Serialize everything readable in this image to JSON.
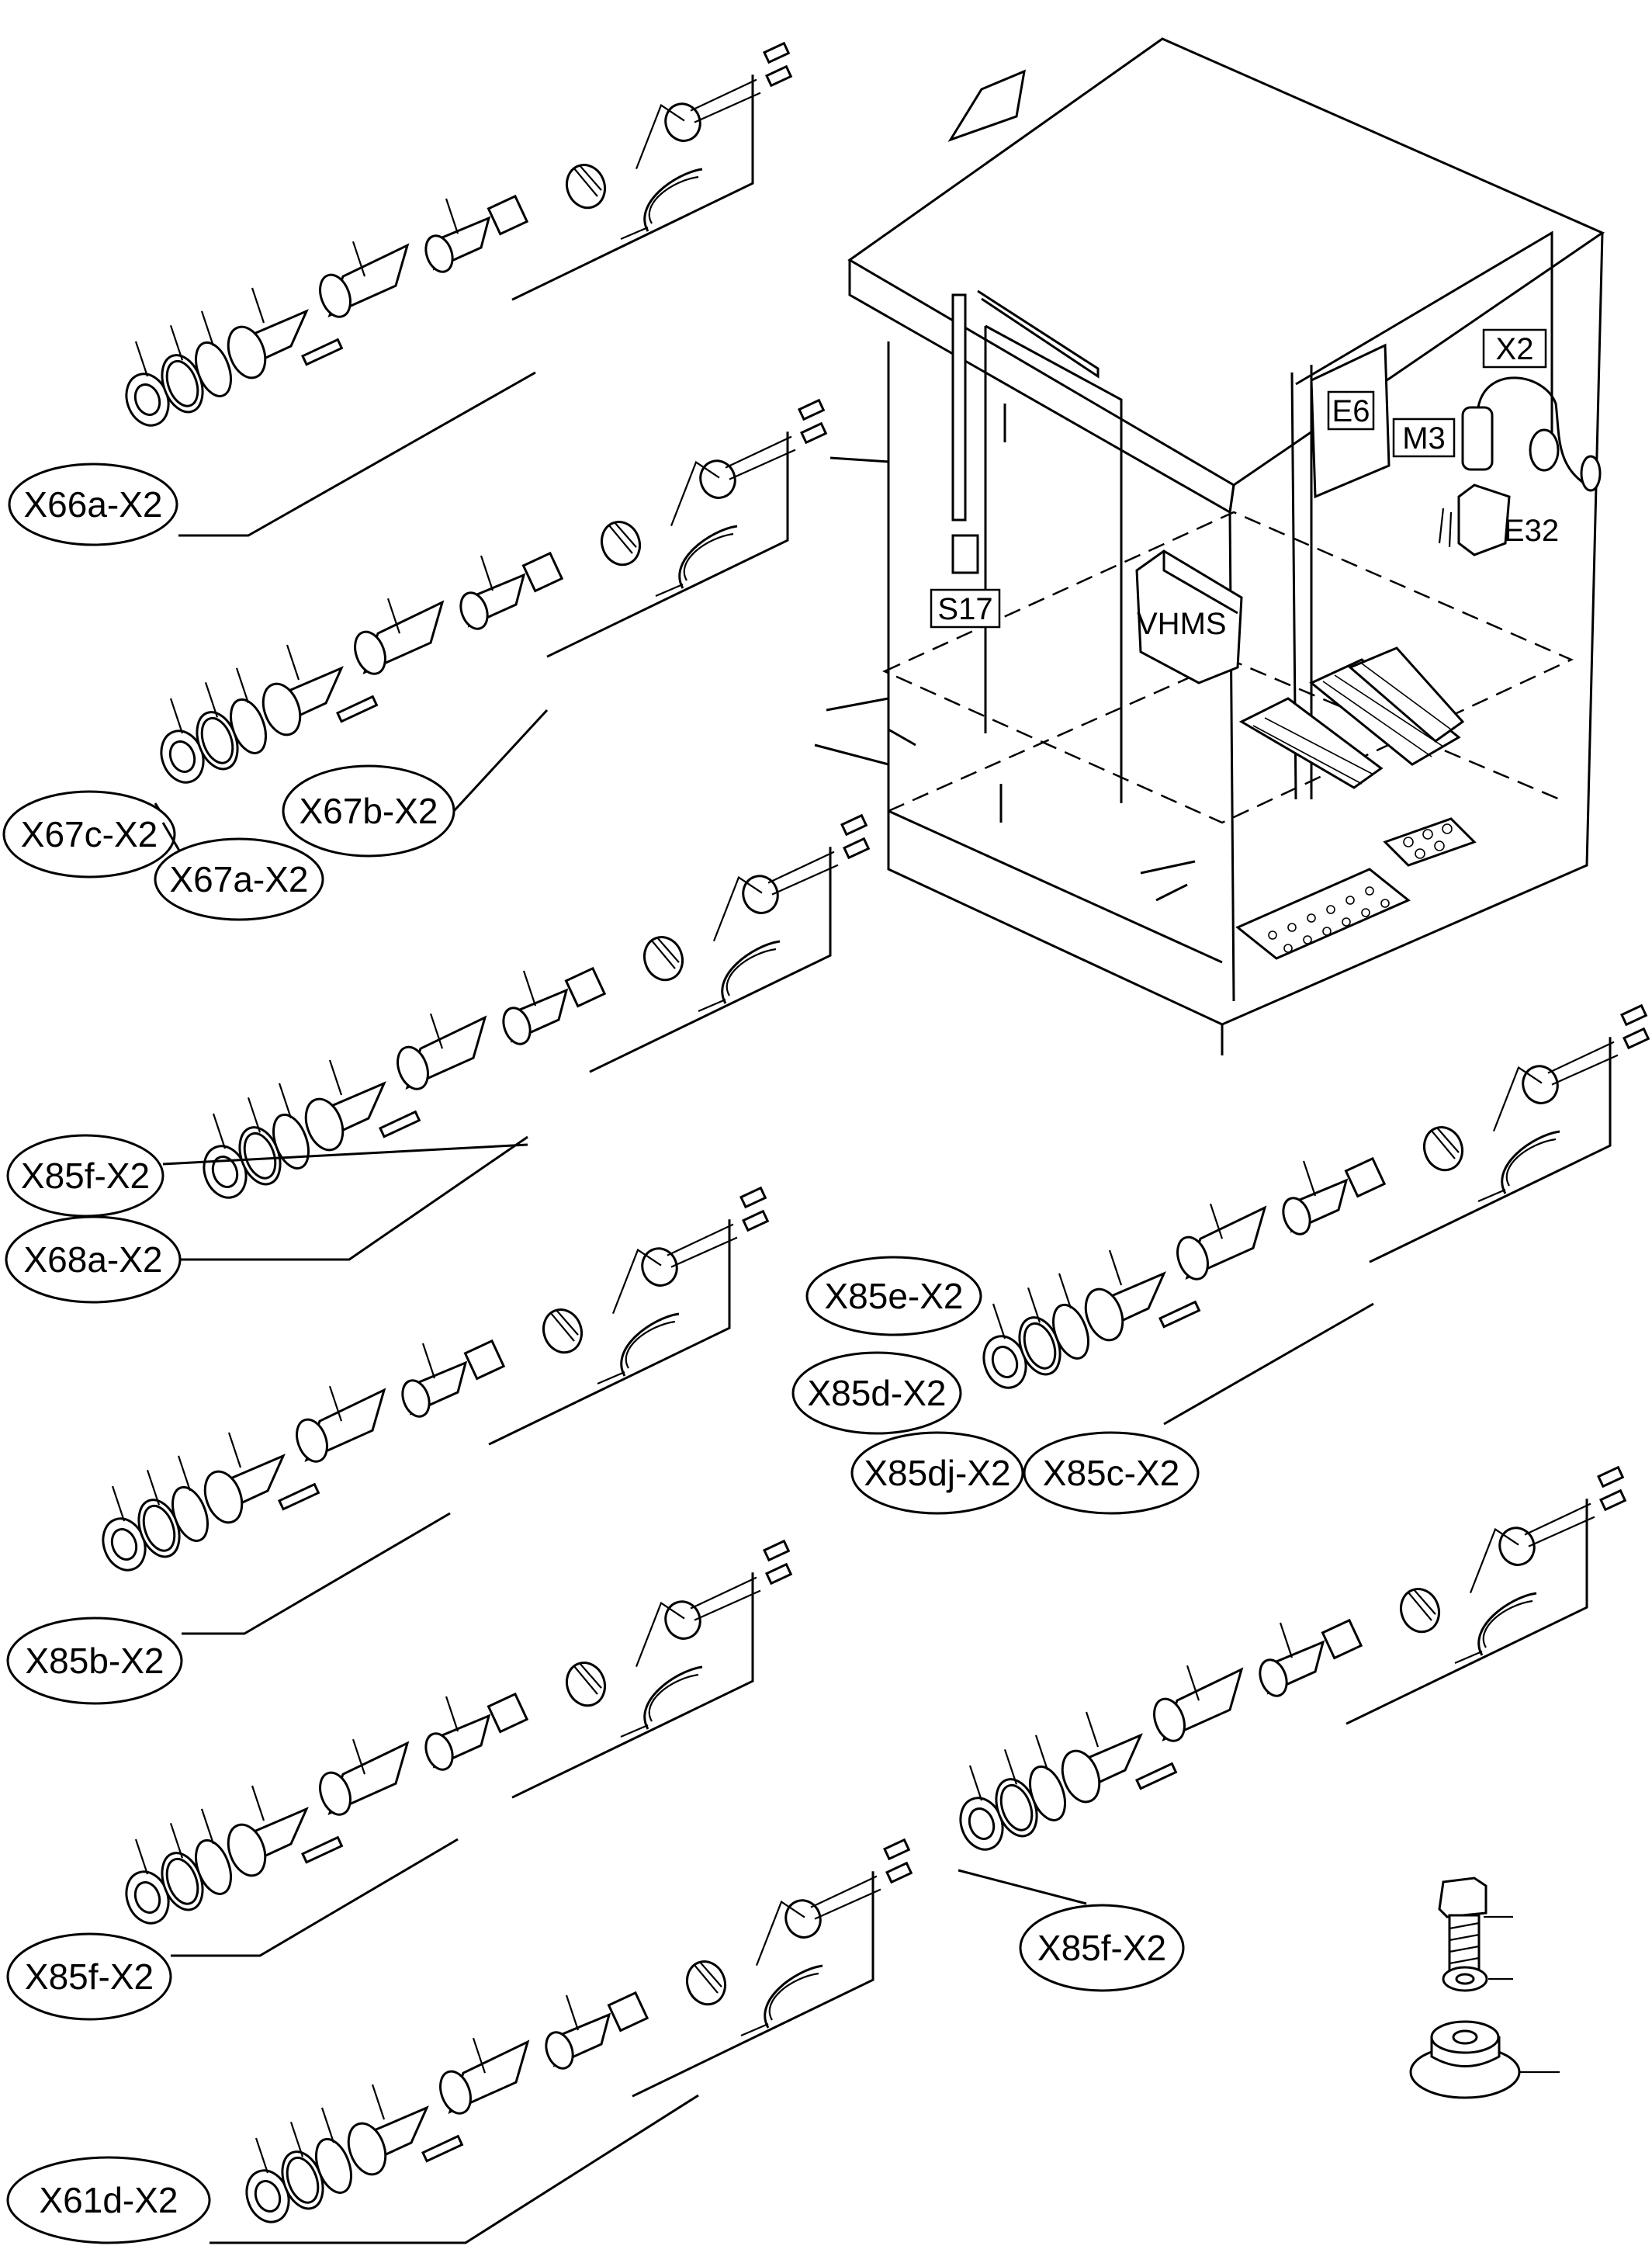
{
  "callouts": [
    {
      "label": "X66a-X2"
    },
    {
      "label": "X67c-X2"
    },
    {
      "label": "X67b-X2"
    },
    {
      "label": "X67a-X2"
    },
    {
      "label": "X85f-X2"
    },
    {
      "label": "X68a-X2"
    },
    {
      "label": "X85b-X2"
    },
    {
      "label": "X85f-X2"
    },
    {
      "label": "X61d-X2"
    },
    {
      "label": "X85e-X2"
    },
    {
      "label": "X85d-X2"
    },
    {
      "label": "X85dj-X2"
    },
    {
      "label": "X85c-X2"
    },
    {
      "label": "X85f-X2"
    }
  ],
  "cabinet_labels": {
    "s17": "S17",
    "vhms": "VHMS",
    "e6": "E6",
    "x2": "X2",
    "m3": "M3",
    "e32": "E32"
  }
}
